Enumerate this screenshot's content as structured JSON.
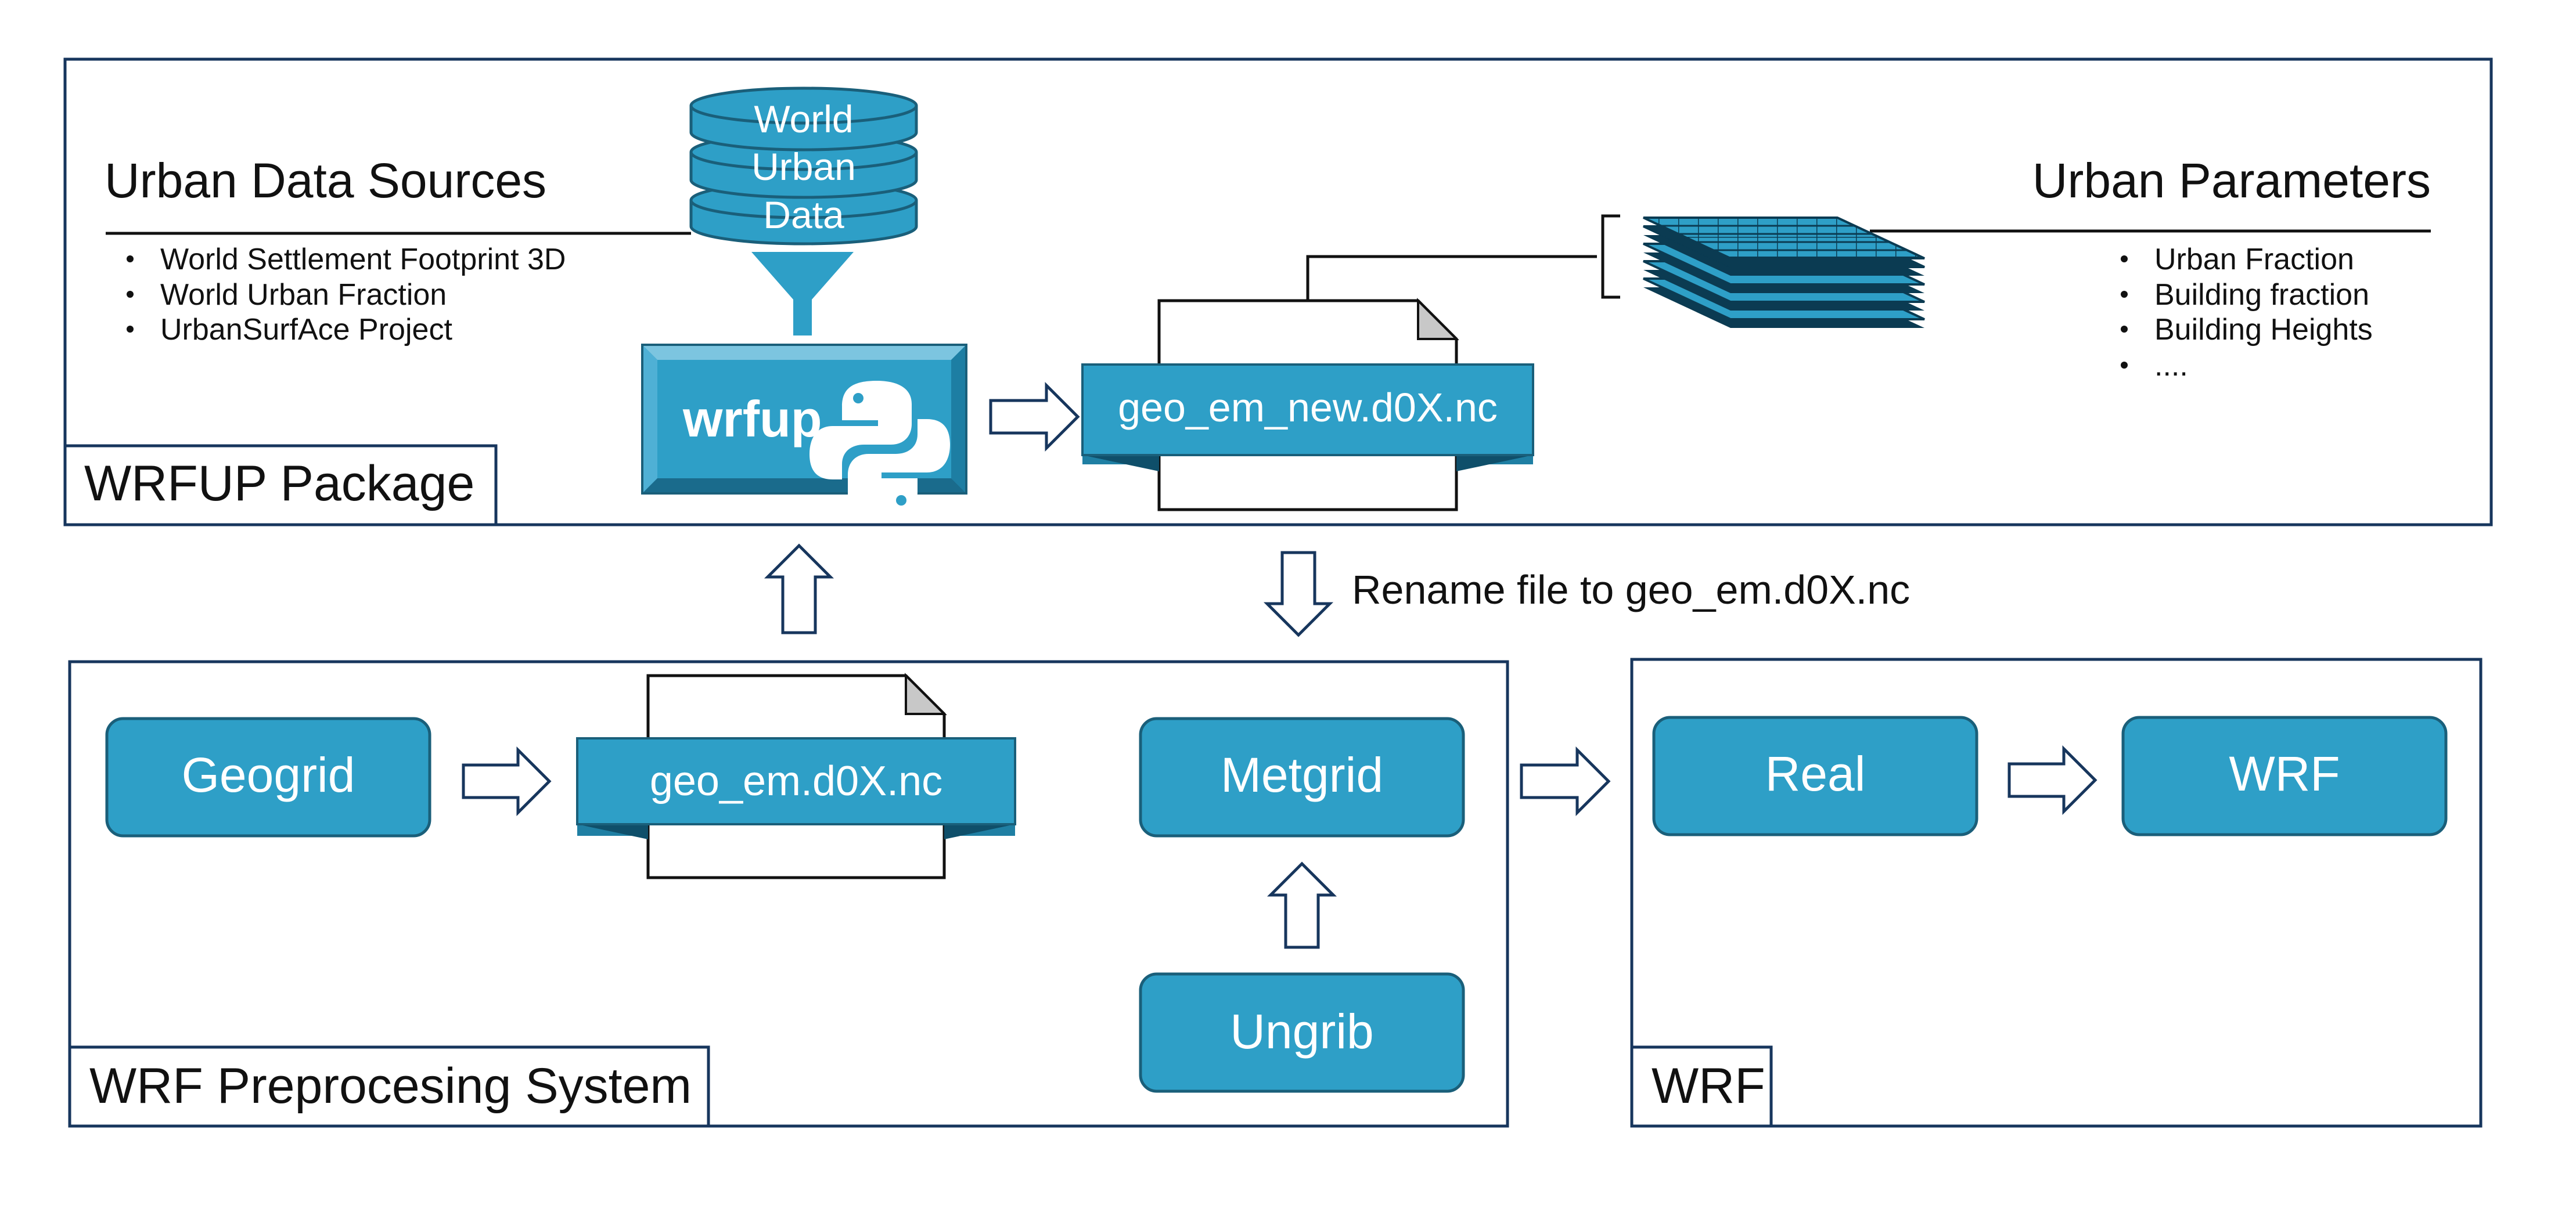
{
  "colors": {
    "box_fill": "#2e9fc7",
    "box_border": "#1a5f7a",
    "frame": "#17365d",
    "text_dark": "#111111",
    "text_light": "#ffffff"
  },
  "wrfup": {
    "frame_label": "WRFUP Package",
    "sources": {
      "title": "Urban Data Sources",
      "items": [
        "World Settlement Footprint 3D",
        "World Urban Fraction",
        "UrbanSurfAce Project"
      ]
    },
    "database": {
      "lines": [
        "World",
        "Urban",
        "Data"
      ]
    },
    "package_label": "wrfup",
    "output_file": "geo_em_new.d0X.nc",
    "parameters": {
      "title": "Urban Parameters",
      "items": [
        "Urban Fraction",
        "Building fraction",
        "Building Heights",
        "...."
      ]
    }
  },
  "rename_label": "Rename file to geo_em.d0X.nc",
  "wps": {
    "frame_label": "WRF Preprocesing System",
    "geogrid": "Geogrid",
    "file": "geo_em.d0X.nc",
    "metgrid": "Metgrid",
    "ungrib": "Ungrib"
  },
  "wrf": {
    "frame_label": "WRF",
    "real": "Real",
    "wrf": "WRF"
  }
}
